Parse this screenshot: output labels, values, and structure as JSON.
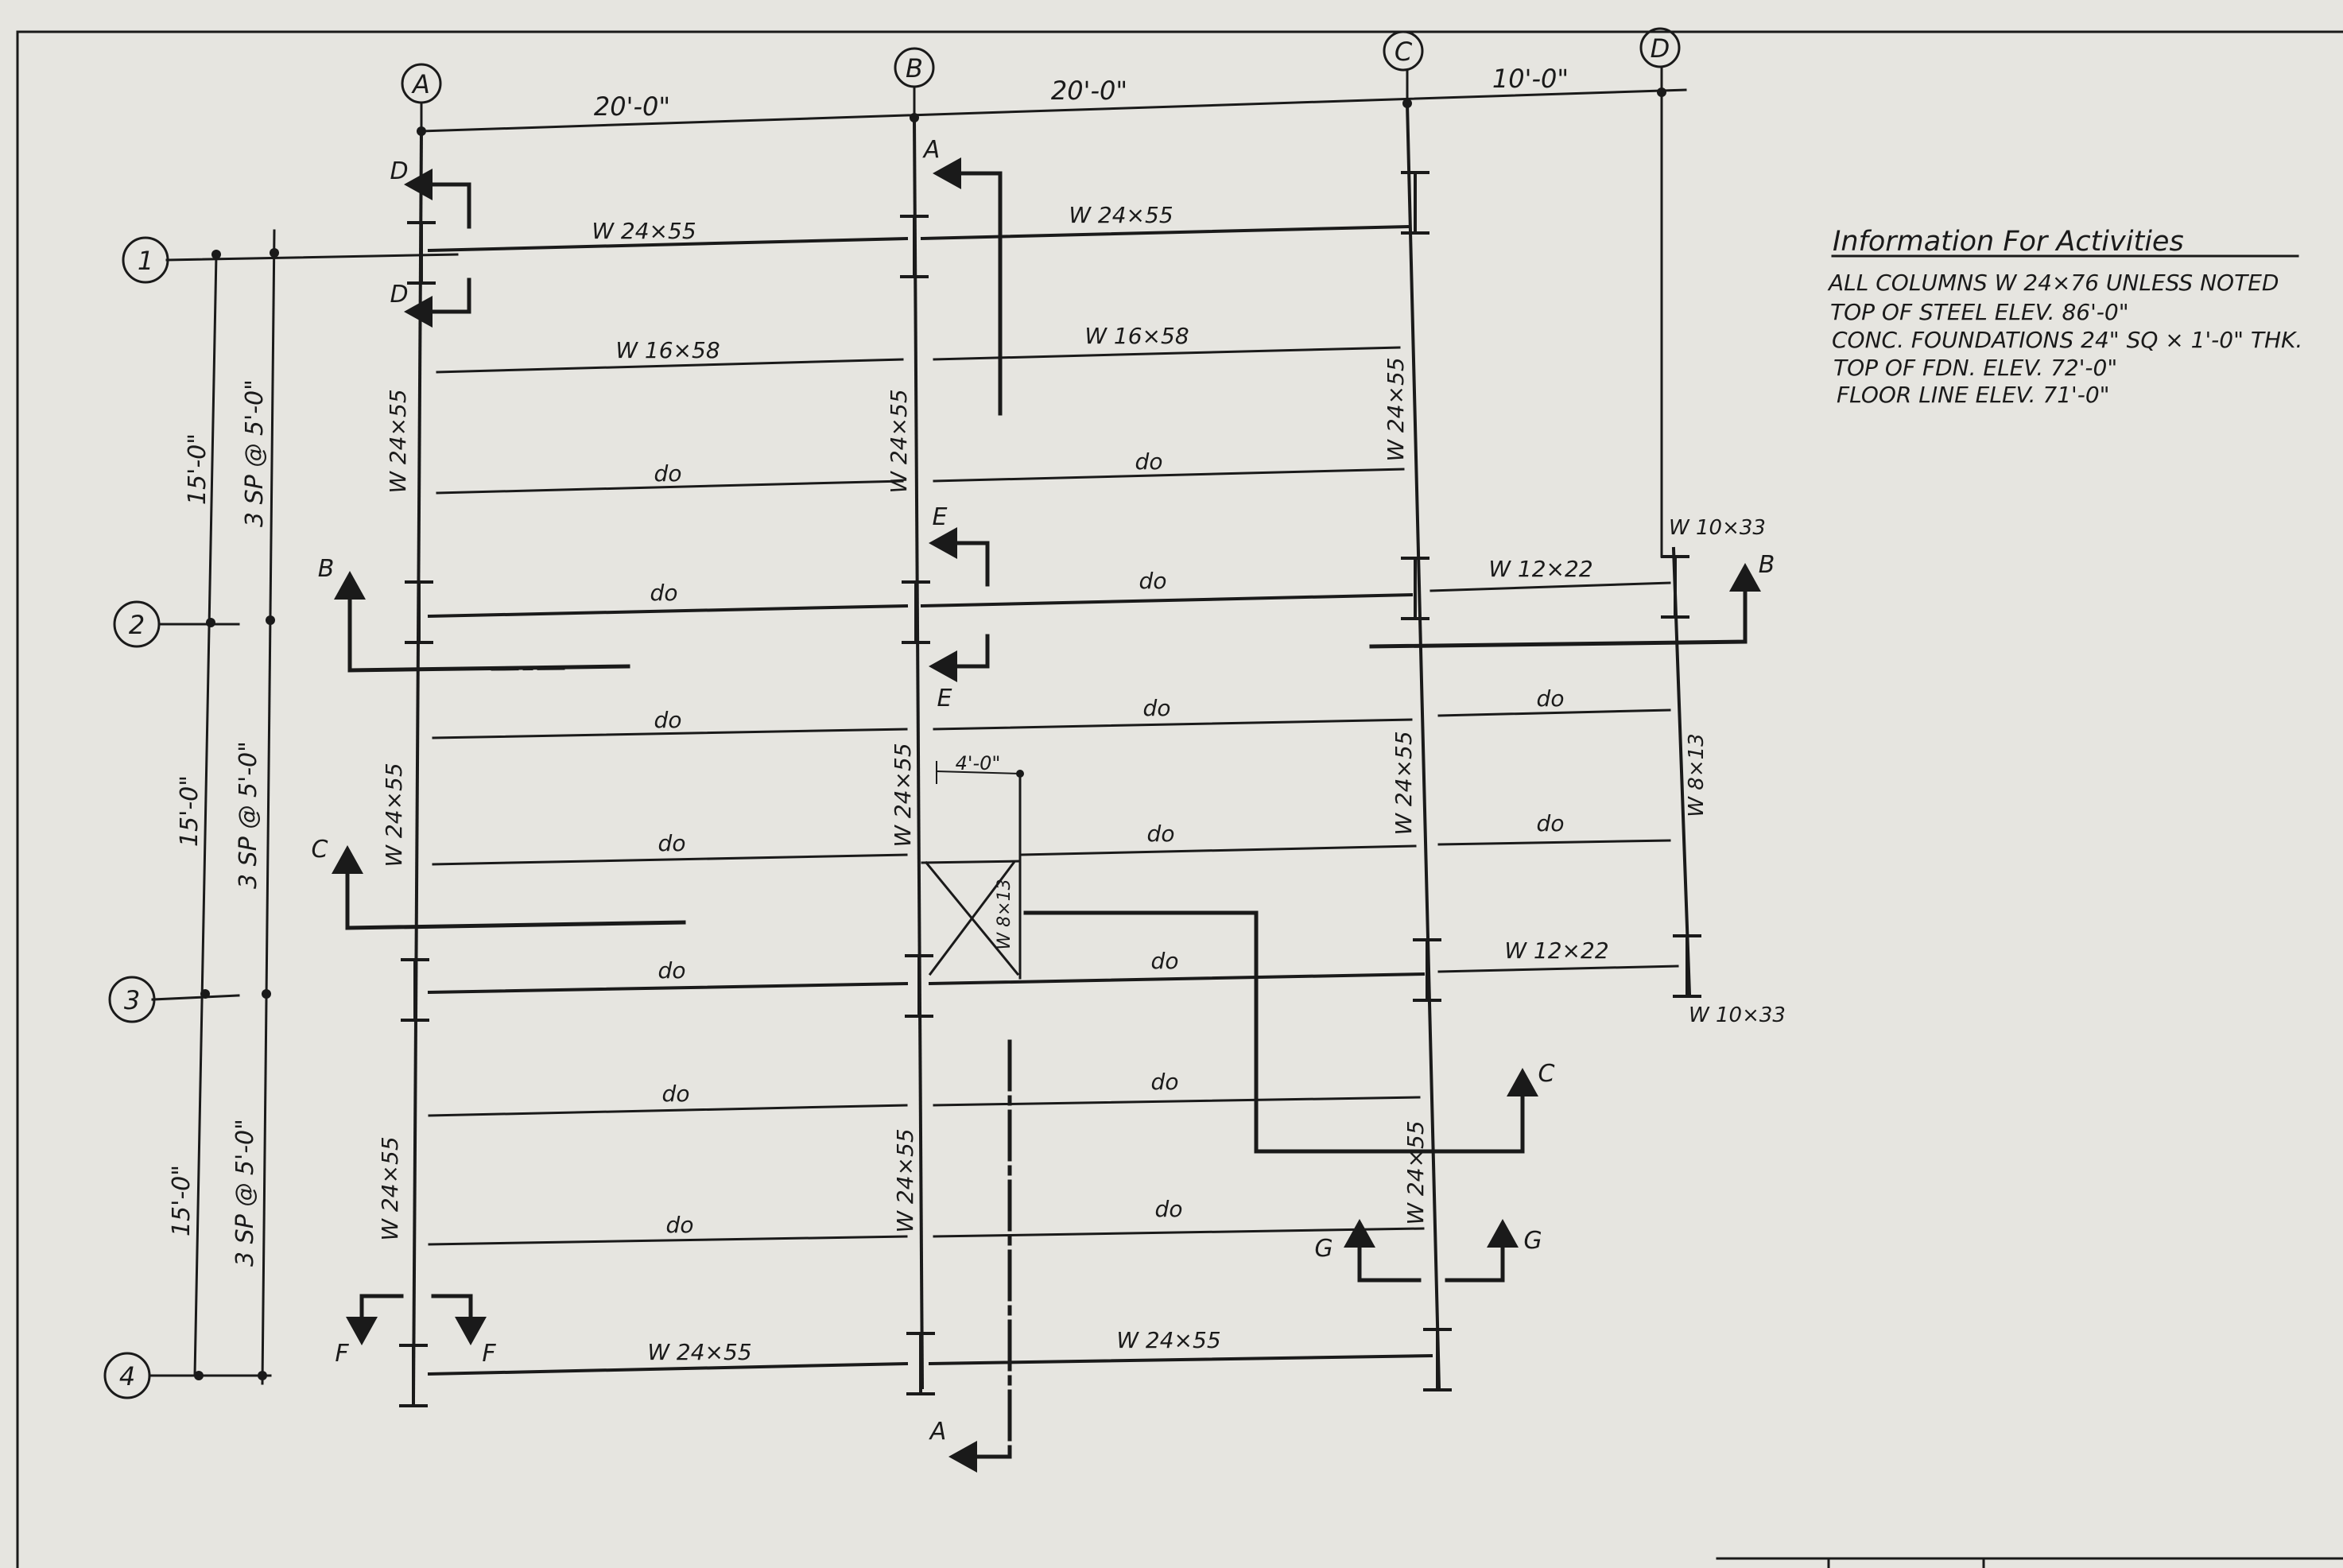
{
  "column_grid": [
    "A",
    "B",
    "C",
    "D"
  ],
  "row_grid": [
    "1",
    "2",
    "3",
    "4"
  ],
  "top_dimensions": [
    "20'-0\"",
    "20'-0\"",
    "10'-0\""
  ],
  "left_dimensions": [
    "15'-0\"",
    "15'-0\"",
    "15'-0\""
  ],
  "left_spacings": [
    "3 SP @ 5'-0\"",
    "3 SP @ 5'-0\"",
    "3 SP @ 5'-0\""
  ],
  "beam_labels": {
    "w24x55": "W 24×55",
    "w16x58": "W 16×58",
    "ditto": "do",
    "w12x22": "W 12×22",
    "w10x33": "W 10×33",
    "w8x13": "W 8×13",
    "w24x55_col": "W 24×55",
    "opening_dim": "4'-0\""
  },
  "section_marks": [
    "A",
    "B",
    "C",
    "D",
    "E",
    "F",
    "G"
  ],
  "info": {
    "title": "Information For Activities",
    "lines": [
      "ALL COLUMNS W 24×76 UNLESS NOTED",
      "TOP OF STEEL ELEV. 86'-0\"",
      "CONC. FOUNDATIONS 24\" SQ × 1'-0\" THK.",
      "TOP OF FDN. ELEV. 72'-0\"",
      "FLOOR LINE ELEV. 71'-0\""
    ]
  },
  "colors": {
    "paper": "#e6e5e0",
    "ink": "#1a1a1a"
  }
}
